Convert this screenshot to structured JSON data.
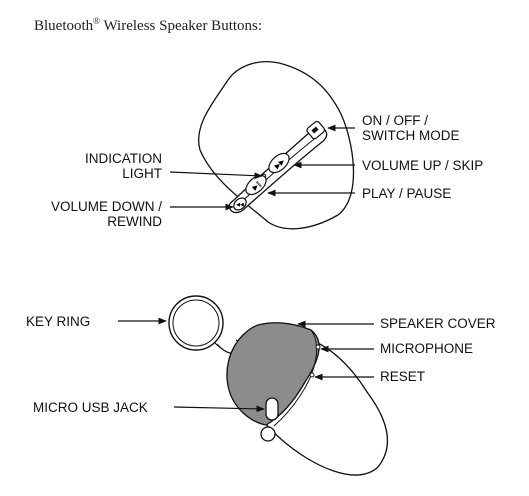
{
  "heading": {
    "prefix": "Bluetooth",
    "mark": "®",
    "suffix": " Wireless Speaker Buttons:"
  },
  "top_labels": {
    "on_off_line1": "ON / OFF /",
    "on_off_line2": "SWITCH MODE",
    "indication_line1": "INDICATION",
    "indication_line2": "LIGHT",
    "volume_up": "VOLUME UP / SKIP",
    "play_pause": "PLAY / PAUSE",
    "volume_down_line1": "VOLUME DOWN /",
    "volume_down_line2": "REWIND"
  },
  "bottom_labels": {
    "key_ring": "KEY RING",
    "speaker_cover": "SPEAKER COVER",
    "microphone": "MICROPHONE",
    "reset": "RESET",
    "micro_usb": "MICRO USB JACK"
  },
  "colors": {
    "cover_fill": "#8c8c8c",
    "line": "#111111"
  }
}
